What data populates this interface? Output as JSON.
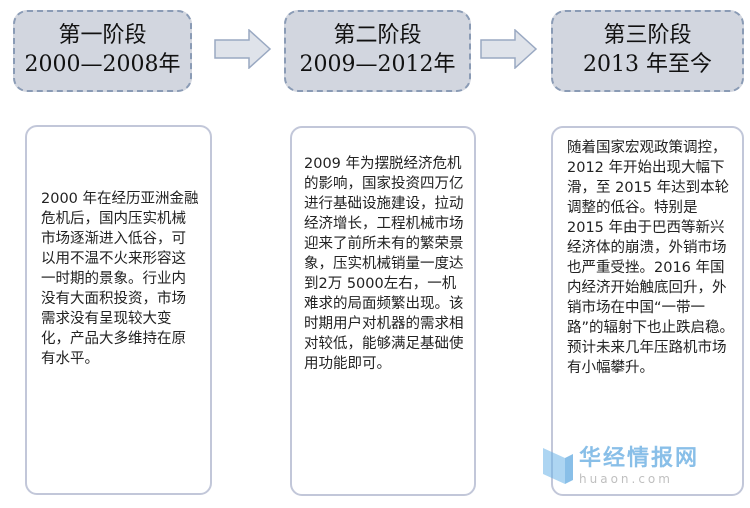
{
  "stages": [
    {
      "title": "第一阶段",
      "period": "2000—2008年"
    },
    {
      "title": "第二阶段",
      "period": "2009—2012年"
    },
    {
      "title": "第三阶段",
      "period": "2013 年至今"
    }
  ],
  "descriptions": [
    "2000 年在经历亚洲金融危机后，国内压实机械市场逐渐进入低谷，可以用不温不火来形容这一时期的景象。行业内没有大面积投资，市场需求没有呈现较大变化，产品大多维持在原有水平。",
    "2009 年为摆脱经济危机的影响，国家投资四万亿进行基础设施建设，拉动经济增长，工程机械市场迎来了前所未有的繁荣景象，压实机械销量一度达到2万 5000左右，一机难求的局面频繁出现。该时期用户对机器的需求相对较低，能够满足基础使用功能即可。",
    "随着国家宏观政策调控，2012 年开始出现大幅下滑，至 2015 年达到本轮调整的低谷。特别是 2015 年由于巴西等新兴经济体的崩溃，外销市场也严重受挫。2016 年国内经济开始触底回升，外销市场在中国“一带一路”的辐射下也止跌启稳。预计未来几年压路机市场有小幅攀升。"
  ],
  "colors": {
    "stage_fill": "#d2d6df",
    "stage_border": "#8a9bb5",
    "arrow_fill": "#dfe3ea",
    "arrow_stroke": "#9aa9c2",
    "box_border": "#c2c7d9"
  },
  "watermark": {
    "cn": "华经情报网",
    "en": "huaon.com"
  }
}
